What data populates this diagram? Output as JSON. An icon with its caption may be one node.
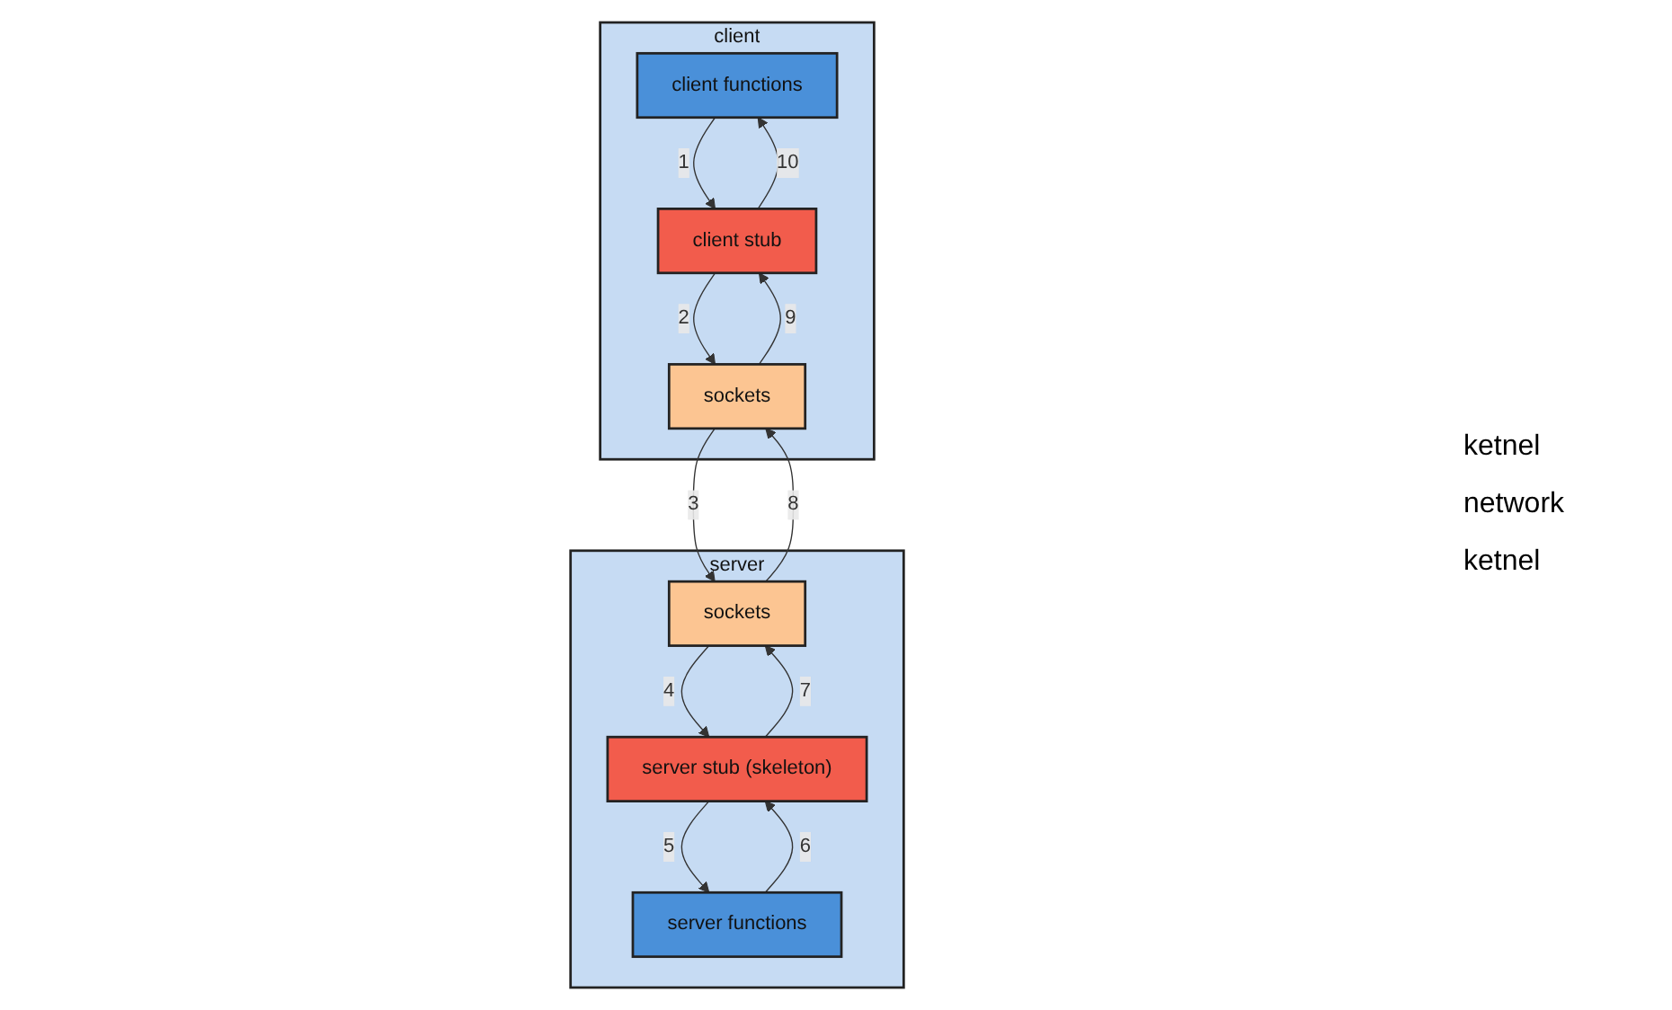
{
  "diagram": {
    "nodes": [
      {
        "text": [
          "client"
        ]
      },
      {
        "text": [
          "client functions"
        ],
        "in": 0
      },
      {
        "text": [
          "client stub"
        ],
        "in": 0
      },
      {
        "text": [
          "sockets"
        ],
        "in": 0
      },
      {
        "text": [
          "server"
        ]
      },
      {
        "text": [
          "server functions"
        ],
        "in": 4
      },
      {
        "text": [
          "server stub (skeleton)"
        ],
        "in": 4
      },
      {
        "text": [
          "sockets"
        ],
        "in": 4
      }
    ],
    "edges": [
      {
        "from": 1,
        "to": 2,
        "arrow": "to",
        "label": "1"
      },
      {
        "from": 2,
        "to": 3,
        "arrow": "to",
        "label": "2"
      },
      {
        "from": 3,
        "to": 7,
        "arrow": "to",
        "label": "3"
      },
      {
        "from": 7,
        "to": 6,
        "arrow": "to",
        "label": "4"
      },
      {
        "from": 6,
        "to": 5,
        "arrow": "to",
        "label": "5"
      },
      {
        "from": 5,
        "to": 6,
        "arrow": "to",
        "label": "6"
      },
      {
        "from": 6,
        "to": 7,
        "arrow": "to",
        "label": "7"
      },
      {
        "from": 7,
        "to": 3,
        "arrow": "to",
        "label": "8"
      },
      {
        "from": 3,
        "to": 2,
        "arrow": "to",
        "label": "9"
      },
      {
        "from": 2,
        "to": 1,
        "arrow": "to",
        "label": "10"
      }
    ],
    "labels": [
      "ketnel",
      "network",
      "ketnel"
    ]
  }
}
